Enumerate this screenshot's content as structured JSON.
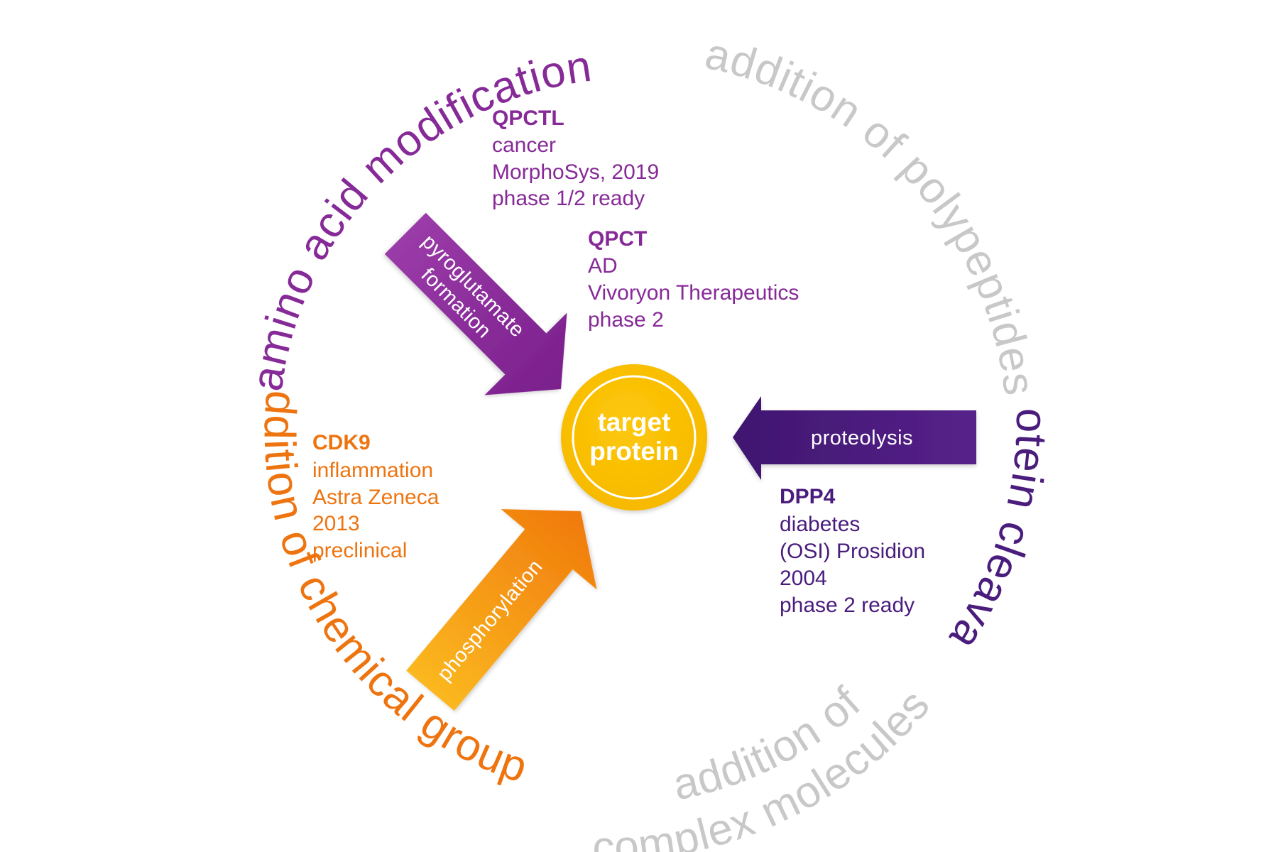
{
  "colors": {
    "magenta": "#862a97",
    "violet": "#4a1c7c",
    "orange": "#ee7410",
    "gold": "#fbc102",
    "gray": "#c8c8c8",
    "white": "#ffffff"
  },
  "ring_labels": {
    "amino_acid_modification": "amino acid modification",
    "addition_of_polypeptides": "addition of polypeptides",
    "protein_cleavage": "protein cleavage",
    "addition_of_complex_molecules_line1": "addition of",
    "addition_of_complex_molecules_line2": "complex molecules",
    "addition_of_chemical_groups": "addition of chemical groups"
  },
  "center": {
    "line1": "target",
    "line2": "protein"
  },
  "arrows": {
    "pyroglutamate_line1": "pyroglutamate",
    "pyroglutamate_line2": "formation",
    "proteolysis": "proteolysis",
    "phosphorylation": "phosphorylation"
  },
  "blocks": {
    "qpctl": {
      "title": "QPCTL",
      "line1": "cancer",
      "line2": "MorphoSys, 2019",
      "line3": "phase 1/2 ready"
    },
    "qpct": {
      "title": "QPCT",
      "line1": "AD",
      "line2": "Vivoryon Therapeutics",
      "line3": "phase 2"
    },
    "cdk9": {
      "title": "CDK9",
      "line1": "inflammation",
      "line2": "Astra Zeneca",
      "line3": "2013",
      "line4": "preclinical"
    },
    "dpp4": {
      "title": "DPP4",
      "line1": "diabetes",
      "line2": "(OSI) Prosidion",
      "line3": "2004",
      "line4": "phase 2 ready"
    }
  }
}
